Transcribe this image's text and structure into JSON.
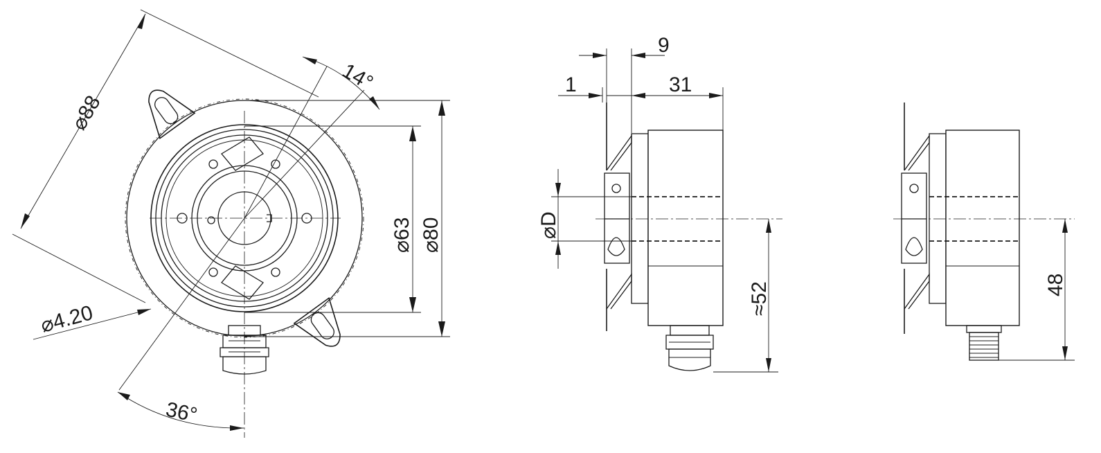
{
  "dimensions": {
    "front": {
      "d88": "88",
      "d63": "63",
      "d80": "80",
      "d4_20": "4.20",
      "angle14": "14°",
      "angle36": "36°"
    },
    "side": {
      "d9": "9",
      "d1": "1",
      "d31": "31",
      "dD": "D",
      "d52": "≈52"
    },
    "connector_view": {
      "d48": "48"
    },
    "diameter_symbol": "⌀"
  }
}
